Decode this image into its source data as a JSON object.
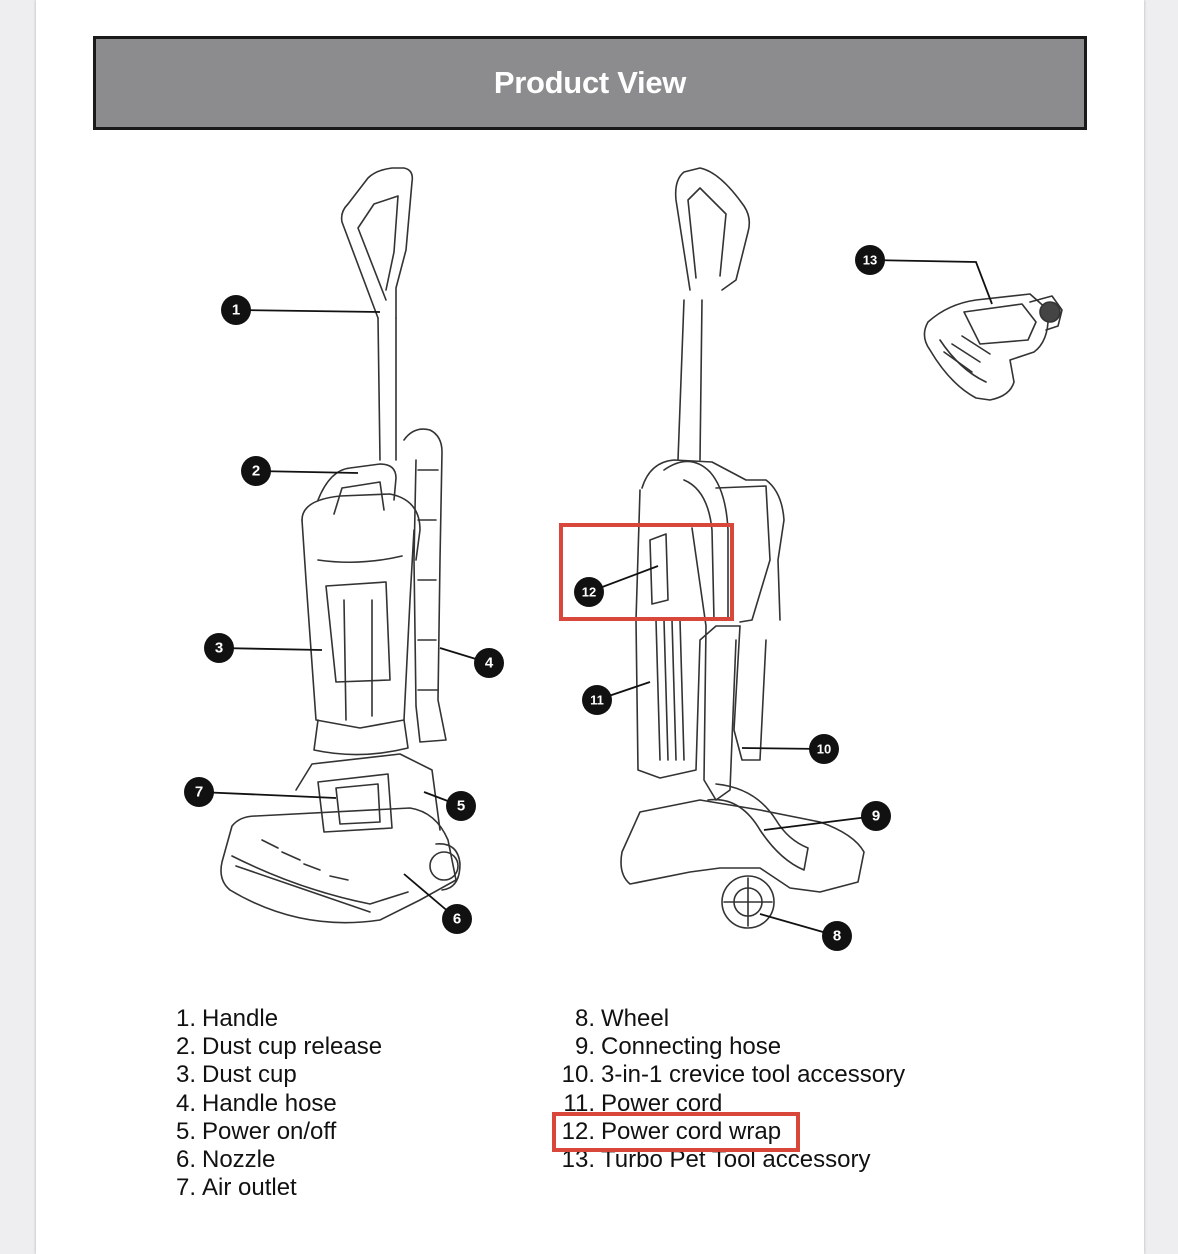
{
  "page": {
    "title": "Product View",
    "accent_color": "#d9473a",
    "header_color": "#8c8c8e"
  },
  "callouts": [
    "1",
    "2",
    "3",
    "4",
    "5",
    "6",
    "7",
    "8",
    "9",
    "10",
    "11",
    "12",
    "13"
  ],
  "legend_left": [
    {
      "num": "1.",
      "label": "Handle"
    },
    {
      "num": "2.",
      "label": "Dust cup release"
    },
    {
      "num": "3.",
      "label": "Dust cup"
    },
    {
      "num": "4.",
      "label": "Handle hose"
    },
    {
      "num": "5.",
      "label": "Power on/off"
    },
    {
      "num": "6.",
      "label": "Nozzle"
    },
    {
      "num": "7.",
      "label": "Air outlet"
    }
  ],
  "legend_right": [
    {
      "num": "8.",
      "label": "Wheel"
    },
    {
      "num": "9.",
      "label": "Connecting hose"
    },
    {
      "num": "10.",
      "label": "3-in-1 crevice tool accessory"
    },
    {
      "num": "11.",
      "label": "Power cord"
    },
    {
      "num": "12.",
      "label": "Power cord wrap"
    },
    {
      "num": "13.",
      "label": "Turbo Pet Tool accessory"
    }
  ]
}
